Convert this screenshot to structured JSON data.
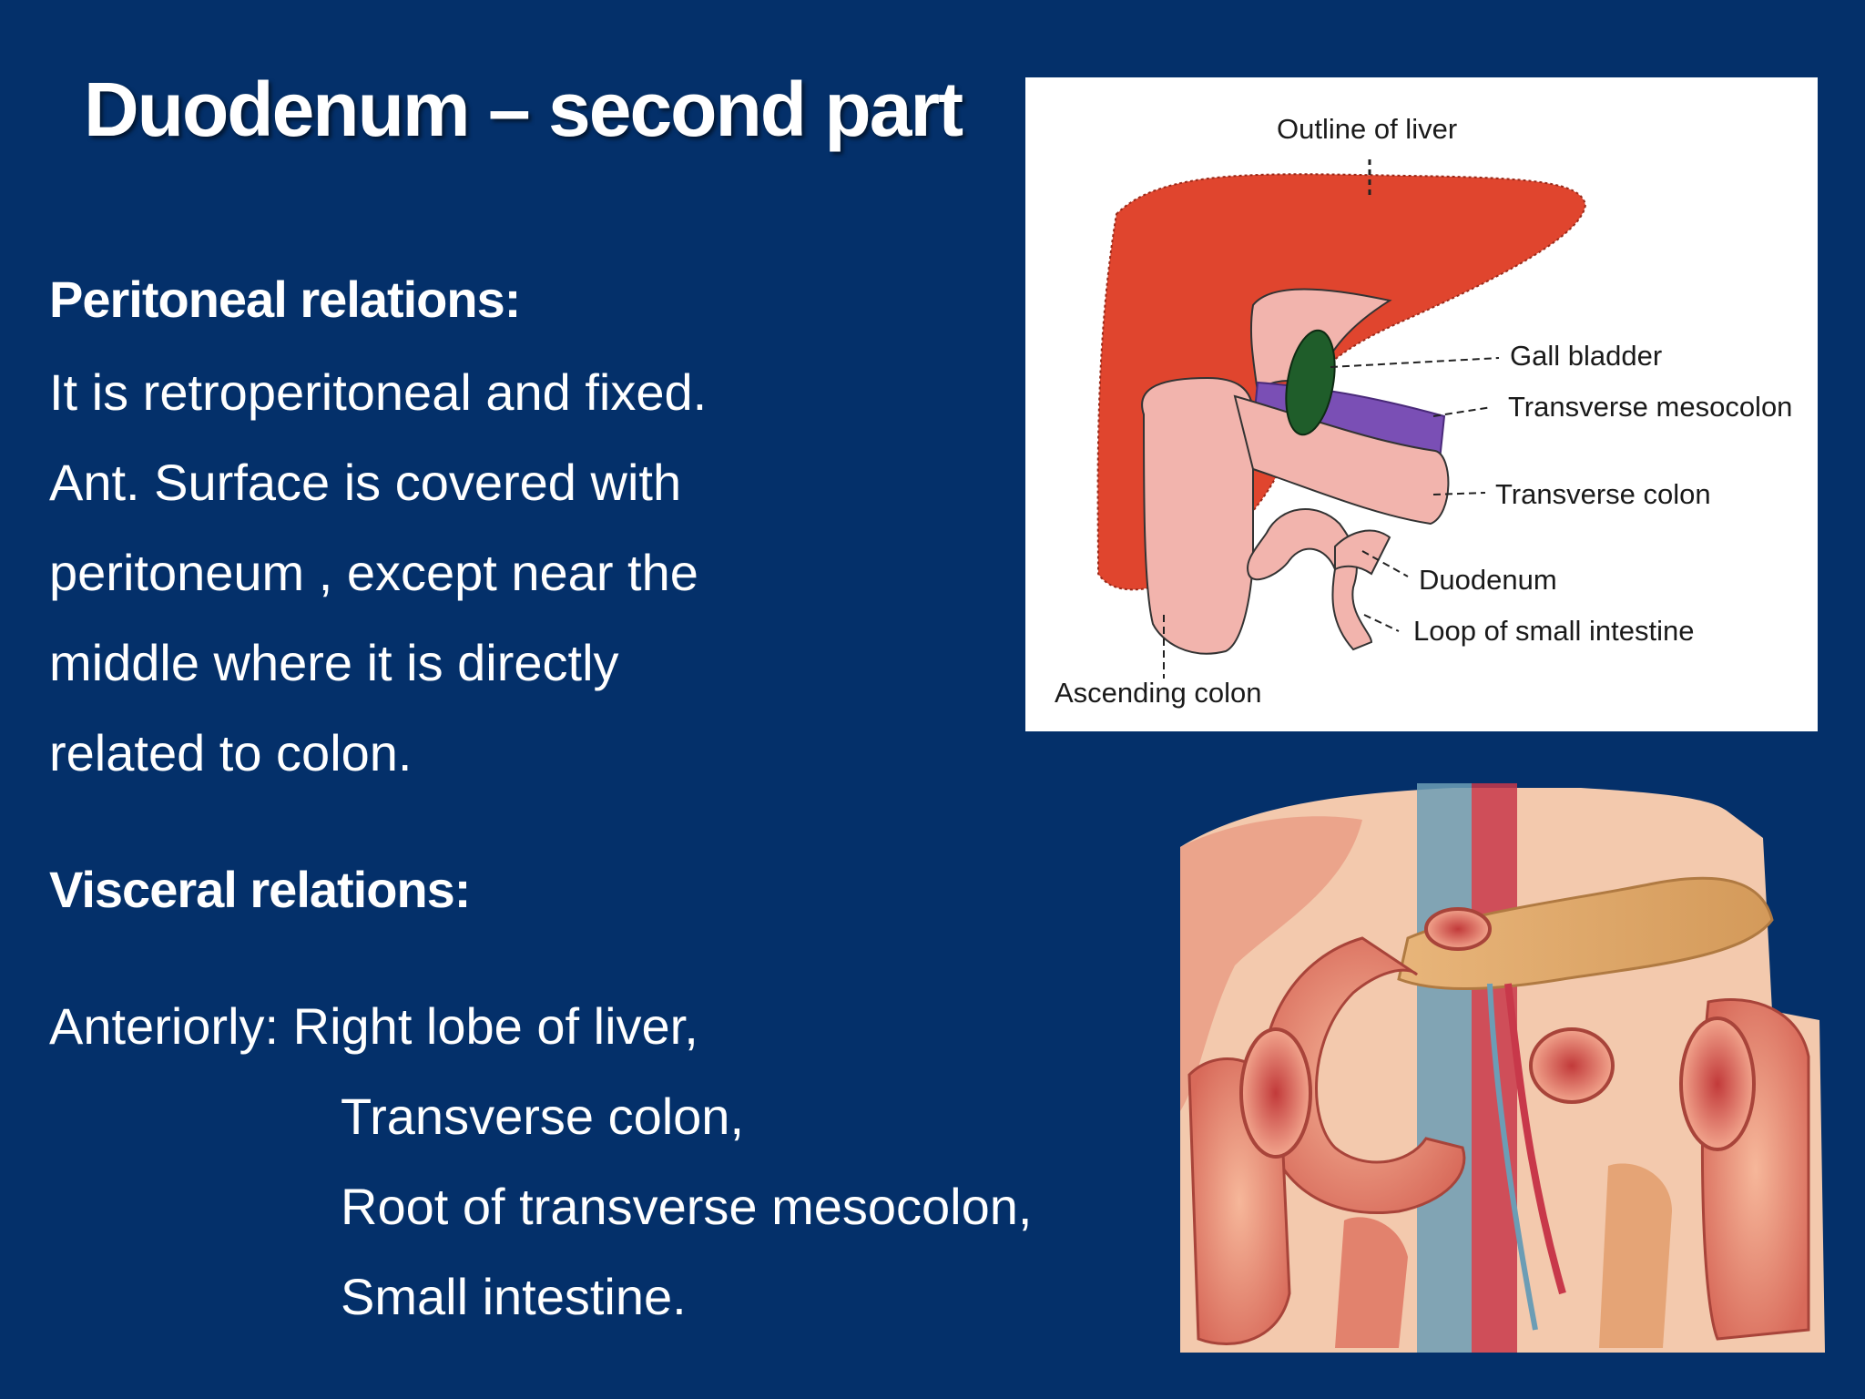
{
  "slide": {
    "title": "Duodenum – second part",
    "peritoneal": {
      "heading": "Peritoneal relations:",
      "lines": [
        "It is retroperitoneal and fixed.",
        "Ant. Surface is covered with",
        "peritoneum , except  near the",
        "middle where it is directly",
        "related to  colon."
      ]
    },
    "visceral": {
      "heading": "Visceral relations:",
      "anteriorly": [
        "Anteriorly: Right lobe of liver,",
        "Transverse colon,",
        "Root of transverse mesocolon,",
        "Small intestine."
      ]
    }
  },
  "diagram": {
    "labels": {
      "outline_of_liver": "Outline of liver",
      "gall_bladder": "Gall bladder",
      "transverse_mesocolon": "Transverse mesocolon",
      "transverse_colon": "Transverse colon",
      "duodenum": "Duodenum",
      "loop_small_intestine": "Loop of small intestine",
      "ascending_colon": "Ascending colon"
    },
    "colors": {
      "liver": "#e0452e",
      "intestine": "#f2b4ad",
      "gall_bladder": "#1f5d2a",
      "mesocolon": "#7a4fb5"
    }
  }
}
